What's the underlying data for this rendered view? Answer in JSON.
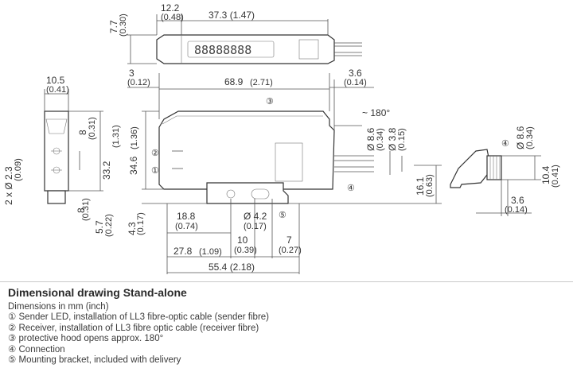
{
  "dims": {
    "d12_2": "12.2",
    "d12_2_in": "(0.48)",
    "d37_3": "37.3 (1.47)",
    "d7_7": "7.7",
    "d7_7_in": "(0.30)",
    "d3": "3",
    "d3_in": "(0.12)",
    "d68_9": "68.9",
    "d68_9_in": "(2.71)",
    "d3_6a": "3.6",
    "d3_6a_in": "(0.14)",
    "d10_5": "10.5",
    "d10_5_in": "(0.41)",
    "d8a": "8",
    "d8a_in": "(0.31)",
    "d33_2": "33.2",
    "d33_2_in": "(1.31)",
    "d34_6": "34.6",
    "d34_6_in": "(1.36)",
    "d2x2_3": "2 x Ø 2.3",
    "d2x2_3_in": "(0.09)",
    "d8b": "8",
    "d8b_in": "(0.31)",
    "d5_7": "5.7",
    "d5_7_in": "(0.22)",
    "d4_3": "4.3",
    "d4_3_in": "(0.17)",
    "d180": "~ 180°",
    "d8_6a": "Ø 8.6",
    "d8_6a_in": "(0.34)",
    "d3_8": "Ø 3.8",
    "d3_8_in": "(0.15)",
    "d16_1": "16.1",
    "d16_1_in": "(0.63)",
    "d8_6b": "Ø 8.6",
    "d8_6b_in": "(0.34)",
    "d10_4": "10.4",
    "d10_4_in": "(0.41)",
    "d3_6b": "3.6",
    "d3_6b_in": "(0.14)",
    "d18_8": "18.8",
    "d18_8_in": "(0.74)",
    "d4_2": "Ø 4.2",
    "d4_2_in": "(0.17)",
    "d10": "10",
    "d10_in": "(0.39)",
    "d7": "7",
    "d7_in": "(0.27)",
    "d27_8": "27.8",
    "d27_8_in": "(1.09)",
    "d55_4": "55.4 (2.18)"
  },
  "callouts": {
    "c1": "①",
    "c2": "②",
    "c3": "③",
    "c4": "④",
    "c5": "⑤"
  },
  "caption": {
    "title": "Dimensional drawing Stand-alone",
    "lines": [
      "Dimensions in mm (inch)",
      "① Sender LED, installation of LL3 fibre-optic cable (sender fibre)",
      "② Receiver, installation of LL3 fibre optic cable (receiver fibre)",
      "③ protective hood opens approx. 180°",
      "④ Connection",
      "⑤ Mounting bracket, included with delivery"
    ]
  }
}
